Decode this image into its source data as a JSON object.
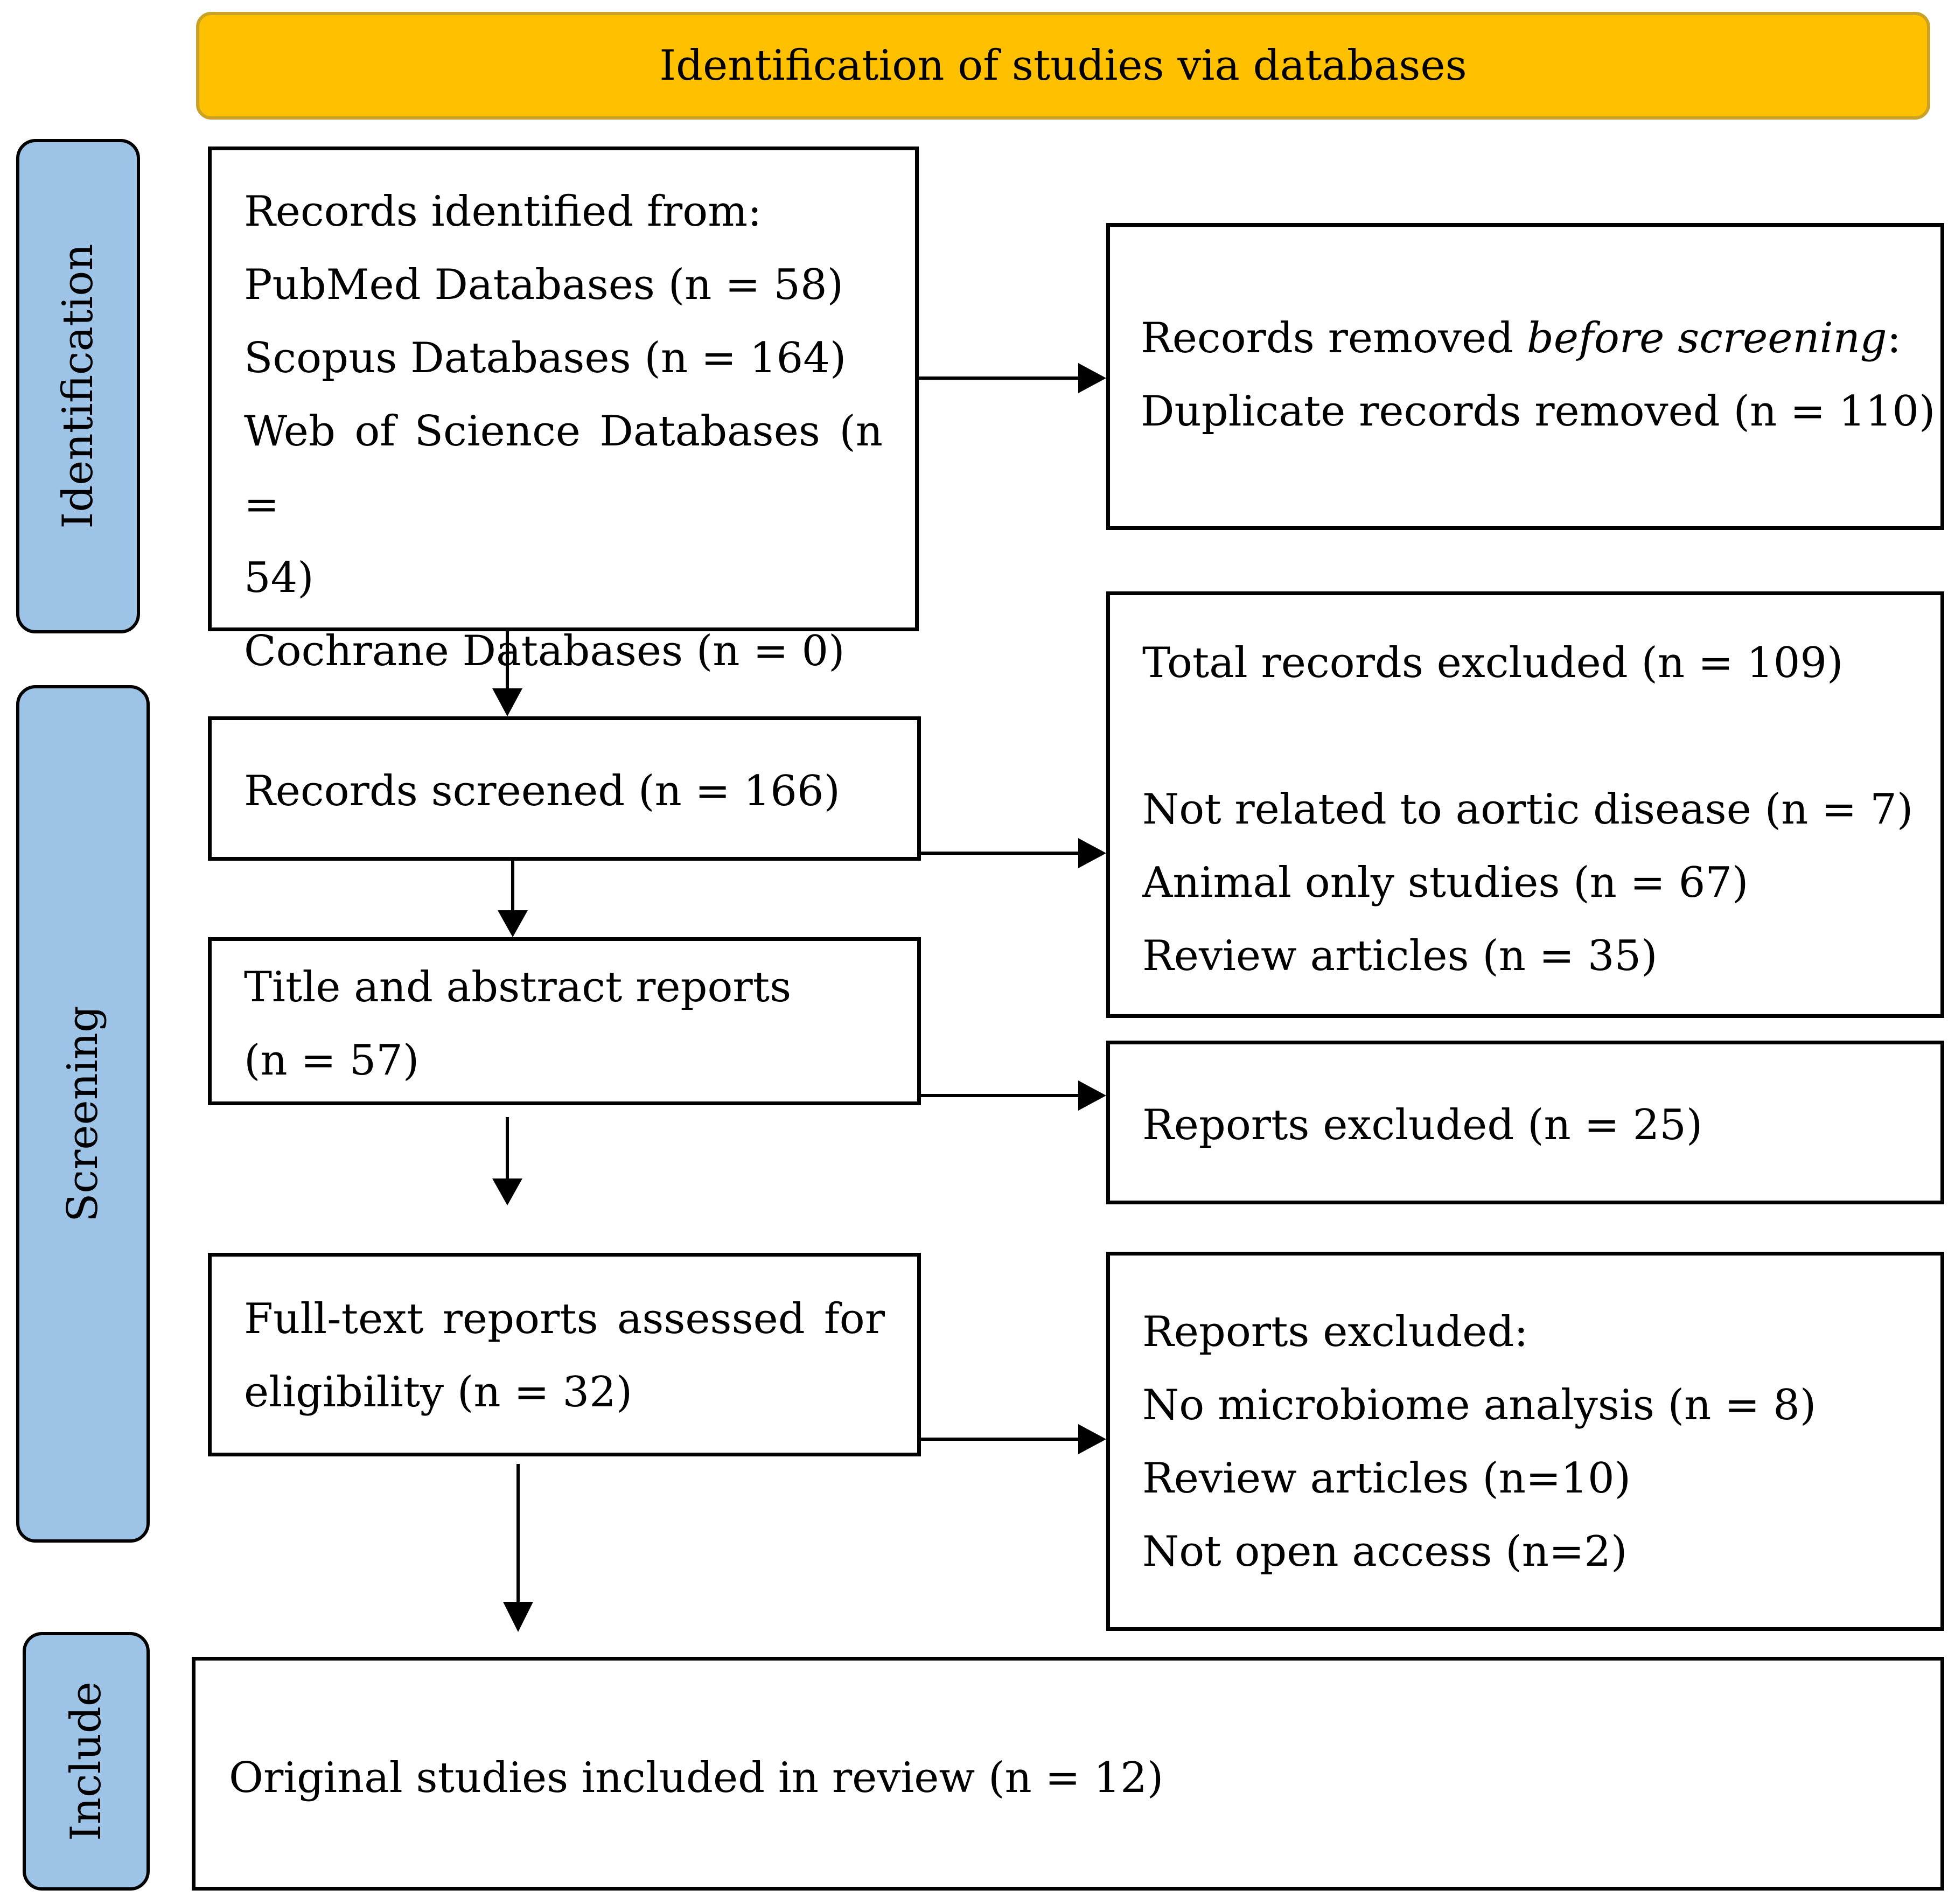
{
  "header": {
    "title": "Identification of studies via databases"
  },
  "stages": {
    "identification": "Identification",
    "screening": "Screening",
    "include": "Include"
  },
  "boxes": {
    "records_identified": {
      "lines": [
        "Records identified from:",
        "PubMed Databases (n = 58)",
        "Scopus Databases (n = 164)",
        "Web of Science Databases (n =",
        "54)",
        "Cochrane Databases (n = 0)"
      ]
    },
    "records_removed": {
      "line1_prefix": "Records removed ",
      "line1_italic": "before screening",
      "line1_suffix": ":",
      "line2": "Duplicate records removed (n = 110)"
    },
    "records_screened": {
      "text": "Records screened (n = 166)"
    },
    "records_excluded": {
      "total": "Total records excluded (n = 109)",
      "items": [
        "Not related to aortic disease (n = 7)",
        "Animal only studies (n = 67)",
        "Review articles (n = 35)"
      ]
    },
    "title_abstract": {
      "lines": [
        "Title and abstract reports",
        "(n = 57)"
      ]
    },
    "reports_excluded_1": {
      "text": "Reports excluded (n = 25)"
    },
    "full_text": {
      "lines": [
        "Full-text reports assessed for",
        "eligibility (n = 32)"
      ]
    },
    "reports_excluded_2": {
      "lines": [
        "Reports excluded:",
        "No microbiome analysis (n = 8)",
        "Review articles (n=10)",
        "Not open access (n=2)"
      ]
    },
    "included": {
      "text": "Original studies included in review (n = 12)"
    }
  },
  "colors": {
    "header_fill": "#FFC000",
    "stage_fill": "#9DC3E6",
    "line": "#000000"
  }
}
